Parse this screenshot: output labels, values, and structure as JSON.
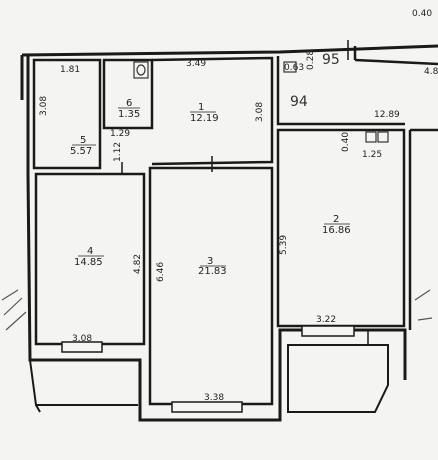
{
  "plan": {
    "rooms": [
      {
        "id": "room-1",
        "number": "1",
        "area": "12.19"
      },
      {
        "id": "room-2",
        "number": "2",
        "area": "16.86"
      },
      {
        "id": "room-3",
        "number": "3",
        "area": "21.83"
      },
      {
        "id": "room-4",
        "number": "4",
        "area": "14.85"
      },
      {
        "id": "room-5",
        "number": "5",
        "area": "5.57"
      },
      {
        "id": "room-6",
        "number": "6",
        "area": "1.35"
      }
    ],
    "dimensions": {
      "d181": "1.81",
      "d349": "3.49",
      "d063": "0.63",
      "d028": "0.28",
      "d040top": "0.40",
      "d48": "4.8",
      "d308a": "3.08",
      "d129": "1.29",
      "d112": "1.12",
      "d308b": "3.08",
      "d1289": "12.89",
      "d040b": "0.40",
      "d125": "1.25",
      "d482": "4.82",
      "d646": "6.46",
      "d539": "5.39",
      "d308c": "3.08",
      "d322": "3.22",
      "d338": "3.38"
    },
    "handwritten": {
      "h95": "95",
      "h94": "94"
    }
  },
  "colors": {
    "wall": "#1a1a1a",
    "paper": "#f4f4f2",
    "line": "#333333"
  }
}
